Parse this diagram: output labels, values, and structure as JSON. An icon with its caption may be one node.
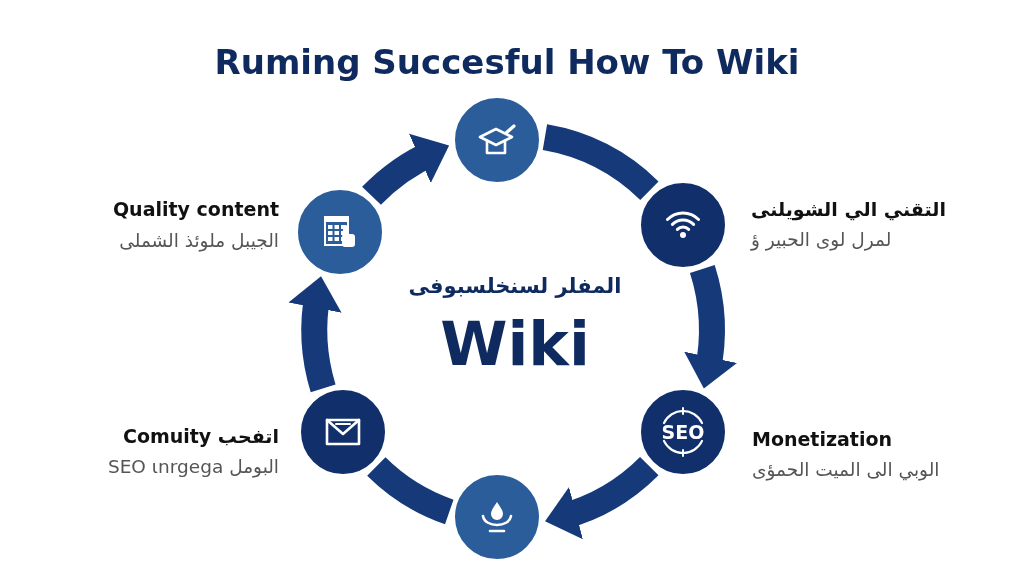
{
  "diagram": {
    "title": "Ruming Succesful How To Wiki",
    "nodes": [
      {
        "text": [],
        "shape": "circle"
      },
      {
        "text": [],
        "shape": "circle",
        "beside": [
          "Quality content",
          "الجيبل ملوئذ الشملى"
        ]
      },
      {
        "text": [],
        "shape": "circle",
        "beside": [
          "التقني الي الشويلنى",
          "لمرل لوى الحبير ؤ"
        ]
      },
      {
        "text": [],
        "shape": "circle",
        "beside": [
          "Comuity اتفحب",
          "SEO ɩnrgega البومل"
        ]
      },
      {
        "text": [
          "SEO"
        ],
        "beside": [
          "Monetization",
          "الوبي الى الميت الحمؤى"
        ]
      },
      {
        "text": [],
        "shape": "circle"
      }
    ],
    "edges": [
      {
        "from": 1,
        "to": 0,
        "arrow": "to"
      },
      {
        "from": 0,
        "to": 2,
        "arrow": "none"
      },
      {
        "from": 2,
        "to": 4,
        "arrow": "to"
      },
      {
        "from": 4,
        "to": 5,
        "arrow": "to"
      },
      {
        "from": 5,
        "to": 3,
        "arrow": "none"
      },
      {
        "from": 3,
        "to": 1,
        "arrow": "to"
      }
    ],
    "labels": [
      "المفلر لسنخلسبوفى",
      "Wiki"
    ]
  }
}
